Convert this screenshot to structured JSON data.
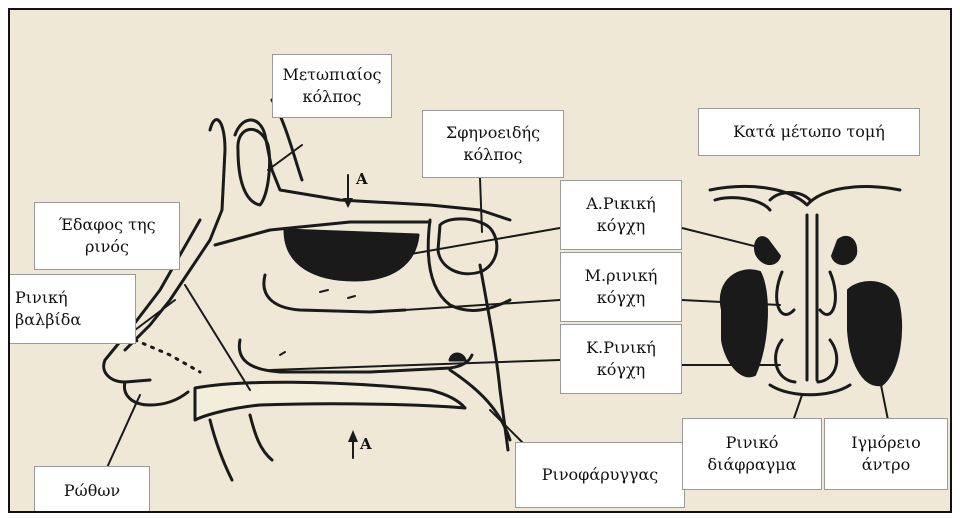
{
  "labels": {
    "frontal_sinus": "Μετωπιαίος\nκόλπος",
    "sphenoid_sinus": "Σφηνοειδής\nκόλπος",
    "coronal_section": "Κατά μέτωπο τομή",
    "nasal_floor": "Έδαφος της\nρινός",
    "nasal_valve": "Ρινική\nβαλβίδα",
    "upper_turbinate": "Α.Ρικική\nκόγχη",
    "middle_turbinate": "Μ.ρινική\nκόγχη",
    "lower_turbinate": "Κ.Ρινική\nκόγχη",
    "nostril": "Ρώθων",
    "nasopharynx": "Ρινοφάρυγγας",
    "nasal_septum": "Ρινικό\nδιάφραγμα",
    "maxillary_sinus": "Ιγμόρειο\nάντρο"
  },
  "section_marks": {
    "top": "A",
    "bottom": "A"
  },
  "colors": {
    "background": "#efe8d6",
    "ink": "#1a1a1a",
    "label_border": "#9a9a9a"
  }
}
